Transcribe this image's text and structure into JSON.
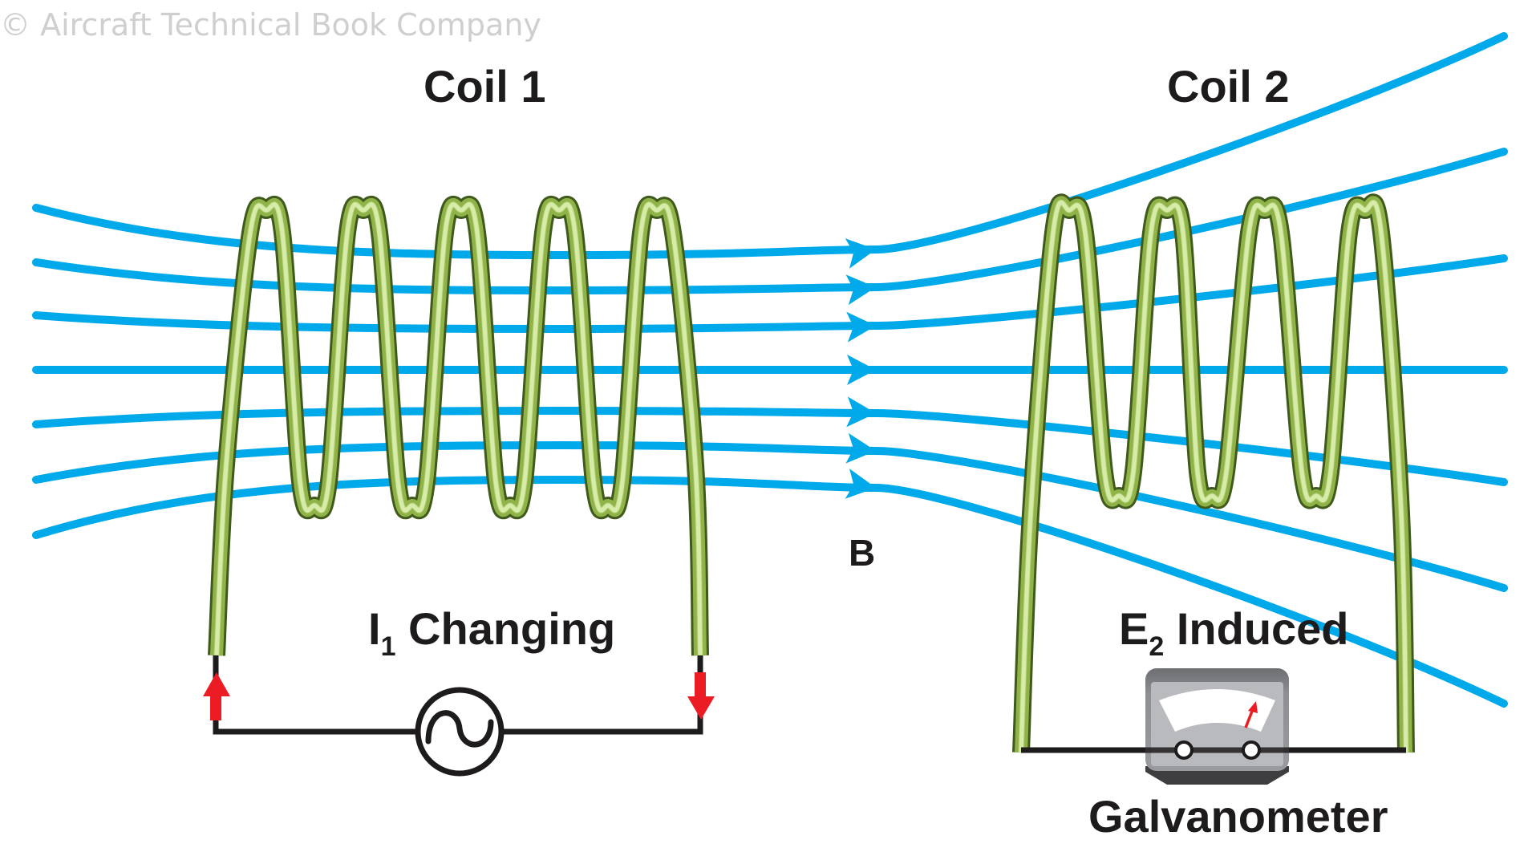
{
  "watermark": "© Aircraft Technical Book Company",
  "labels": {
    "coil1": "Coil 1",
    "coil2": "Coil 2",
    "field": "B",
    "current_main": "I",
    "current_sub": "1",
    "current_rest": " Changing",
    "emf_main": "E",
    "emf_sub": "2",
    "emf_rest": " Induced",
    "meter": "Galvanometer"
  },
  "components": {
    "source": "ac-voltage-source",
    "meter": "galvanometer",
    "coil1_turns": 5,
    "coil2_turns": 4,
    "field_line_count": 7,
    "current_direction": "up-left / down-right"
  },
  "colors": {
    "field_line": "#00a9e9",
    "wire_light": "#d8ecaa",
    "wire_mid": "#8fb347",
    "wire_dark": "#3f5a1c",
    "circuit_wire": "#1e1b1c",
    "arrow": "#ec1c24",
    "meter_body": "#8a8b8e",
    "meter_face": "#b9babd"
  }
}
